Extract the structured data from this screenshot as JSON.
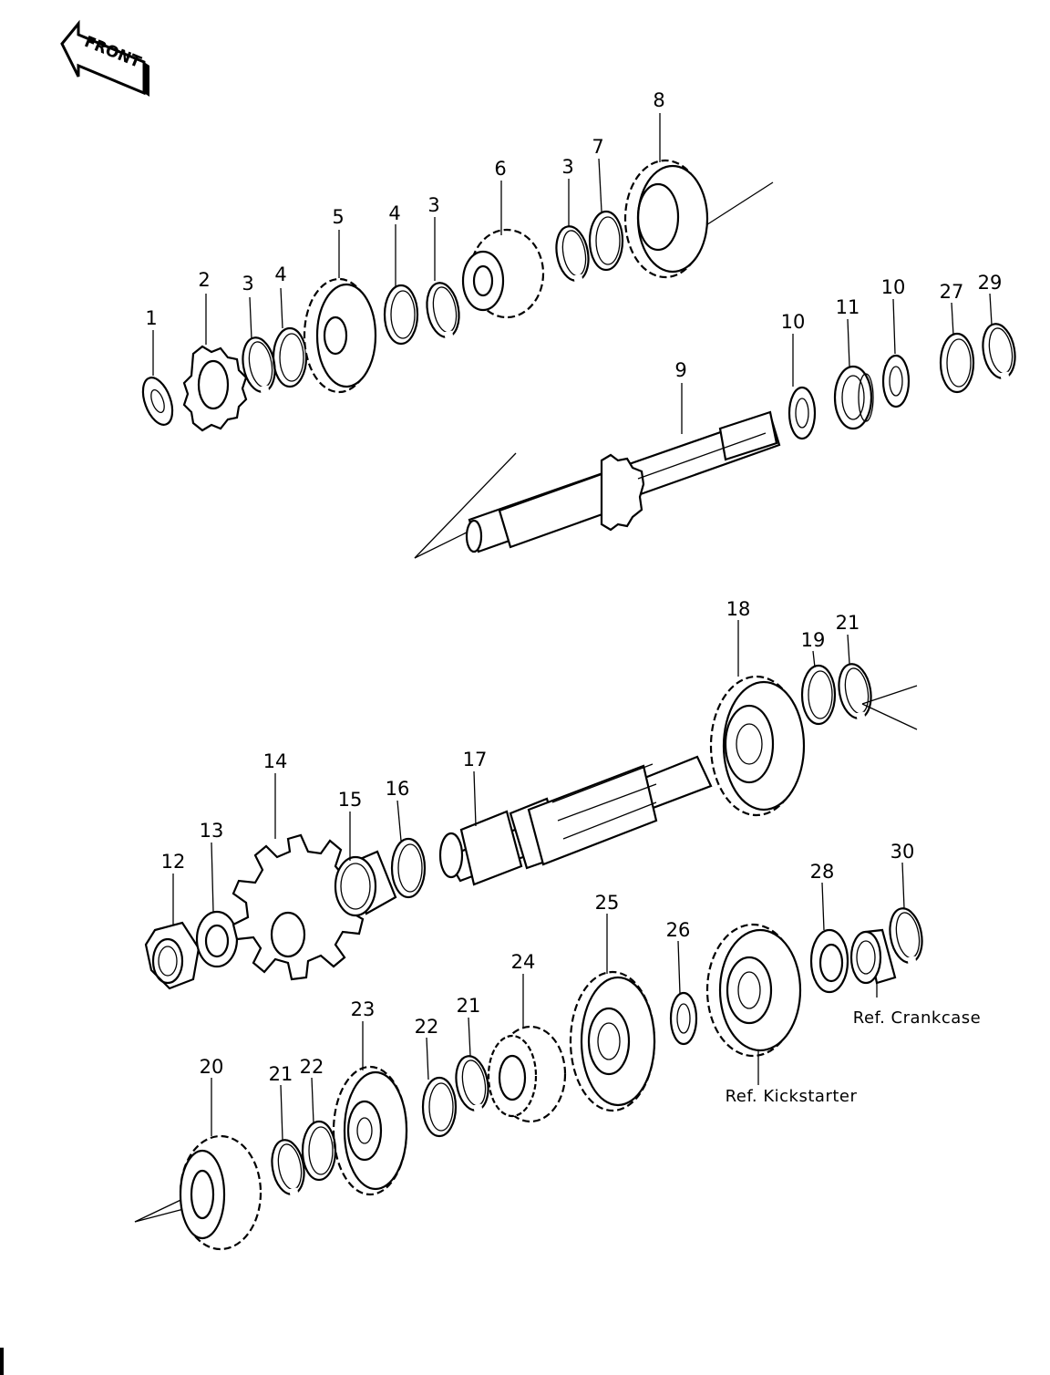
{
  "front_arrow": {
    "label": "FRONT",
    "icon": "front-arrow-icon"
  },
  "references": {
    "crankcase": "Ref.  Crankcase",
    "kickstarter": "Ref.  Kickstarter"
  },
  "part_numbers": {
    "p1": "1",
    "p2": "2",
    "p3a": "3",
    "p4a": "4",
    "p5": "5",
    "p4b": "4",
    "p3b": "3",
    "p6": "6",
    "p3c": "3",
    "p7": "7",
    "p8": "8",
    "p9": "9",
    "p10a": "10",
    "p11": "11",
    "p10b": "10",
    "p27": "27",
    "p29": "29",
    "p12": "12",
    "p13": "13",
    "p14": "14",
    "p15": "15",
    "p16": "16",
    "p17": "17",
    "p18": "18",
    "p19": "19",
    "p21a": "21",
    "p28": "28",
    "p30": "30",
    "p25": "25",
    "p26": "26",
    "p24": "24",
    "p23": "23",
    "p22a": "22",
    "p21b": "21",
    "p20": "20",
    "p21c": "21",
    "p22b": "22"
  }
}
